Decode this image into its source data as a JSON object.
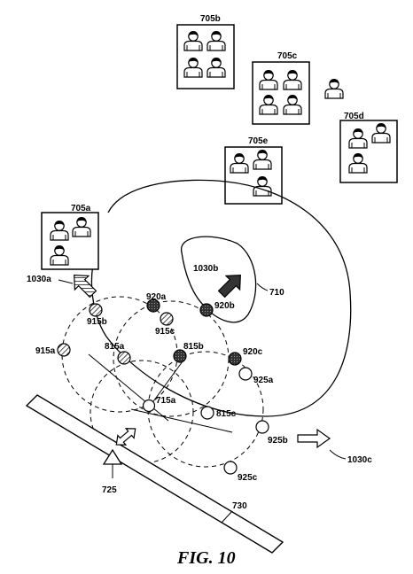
{
  "caption": "FIG. 10",
  "groups": [
    {
      "id": "705a",
      "label": "705a"
    },
    {
      "id": "705b",
      "label": "705b"
    },
    {
      "id": "705c",
      "label": "705c"
    },
    {
      "id": "705d",
      "label": "705d"
    },
    {
      "id": "705e",
      "label": "705e"
    }
  ],
  "labels": {
    "zone_710": "710",
    "arrow_1030a": "1030a",
    "arrow_1030b": "1030b",
    "arrow_1030c": "1030c",
    "n915a": "915a",
    "n915b": "915b",
    "n915c": "915c",
    "n920a": "920a",
    "n920b": "920b",
    "n920c": "920c",
    "n815a": "815a",
    "n815b": "815b",
    "n815c": "815c",
    "n925a": "925a",
    "n925b": "925b",
    "n925c": "925c",
    "n715a": "715a",
    "n725": "725",
    "wall_730": "730"
  },
  "node_styles": {
    "hatched": [
      "915a",
      "915b",
      "915c",
      "815a"
    ],
    "dark": [
      "920a",
      "920b",
      "920c",
      "815b"
    ],
    "open": [
      "815c",
      "925a",
      "925b",
      "925c"
    ]
  }
}
